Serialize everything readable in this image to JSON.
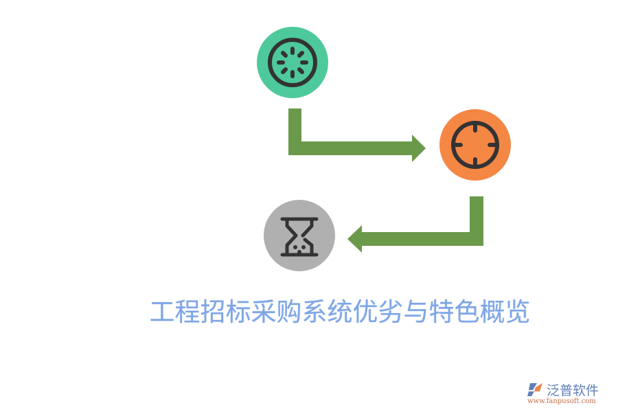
{
  "title": "工程招标采购系统优劣与特色概览",
  "colors": {
    "node_1": "#4ec99b",
    "node_2": "#f58744",
    "node_3": "#b0b0b0",
    "icon_stroke": "#333333",
    "arrow": "#6a994a",
    "title": "#7ea6e6"
  },
  "nodes": [
    {
      "id": "node-1",
      "icon": "loading-spinner-icon",
      "color": "#4ec99b"
    },
    {
      "id": "node-2",
      "icon": "crosshair-target-icon",
      "color": "#f58744"
    },
    {
      "id": "node-3",
      "icon": "hourglass-icon",
      "color": "#b0b0b0"
    }
  ],
  "arrows": [
    {
      "from": "node-1",
      "to": "node-2",
      "direction": "down-then-right"
    },
    {
      "from": "node-2",
      "to": "node-3",
      "direction": "down-then-left"
    }
  ],
  "logo": {
    "name": "泛普软件",
    "url": "www.fanpusoft.com"
  }
}
